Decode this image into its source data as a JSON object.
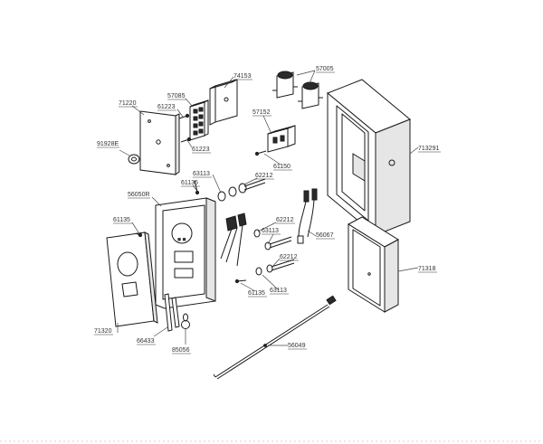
{
  "diagram": {
    "part_numbers": [
      {
        "id": "p74153",
        "text": "74153"
      },
      {
        "id": "p57005",
        "text": "57005"
      },
      {
        "id": "p57085",
        "text": "57085"
      },
      {
        "id": "p71220",
        "text": "71220"
      },
      {
        "id": "p61223a",
        "text": "61223"
      },
      {
        "id": "p61223b",
        "text": "61223"
      },
      {
        "id": "p57152",
        "text": "57152"
      },
      {
        "id": "p91928e",
        "text": "91928E"
      },
      {
        "id": "p713291",
        "text": "713291"
      },
      {
        "id": "p61150",
        "text": "61150"
      },
      {
        "id": "p63113a",
        "text": "63113"
      },
      {
        "id": "p61135a",
        "text": "61135"
      },
      {
        "id": "p62212a",
        "text": "62212"
      },
      {
        "id": "p56050r",
        "text": "56050R"
      },
      {
        "id": "p61135b",
        "text": "61135"
      },
      {
        "id": "p62212b",
        "text": "62212"
      },
      {
        "id": "p63113b",
        "text": "63113"
      },
      {
        "id": "p56067",
        "text": "56067"
      },
      {
        "id": "p71318",
        "text": "71318"
      },
      {
        "id": "p62212c",
        "text": "62212"
      },
      {
        "id": "p63113c",
        "text": "63113"
      },
      {
        "id": "p61135c",
        "text": "61135"
      },
      {
        "id": "p71320",
        "text": "71320"
      },
      {
        "id": "p66433",
        "text": "66433"
      },
      {
        "id": "p85056",
        "text": "85056"
      },
      {
        "id": "p56049",
        "text": "56049"
      }
    ]
  }
}
